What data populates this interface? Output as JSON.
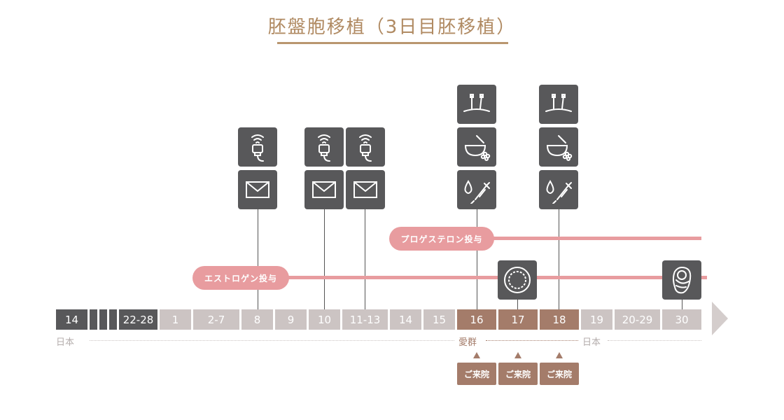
{
  "title": "胚盤胞移植（3日目胚移植）",
  "timeline": [
    {
      "label": "14",
      "style": "dark"
    },
    {
      "label": "",
      "style": "dark"
    },
    {
      "label": "",
      "style": "dark"
    },
    {
      "label": "",
      "style": "dark"
    },
    {
      "label": "22-28",
      "style": "dark"
    },
    {
      "label": "1",
      "style": "light"
    },
    {
      "label": "2-7",
      "style": "light"
    },
    {
      "label": "8",
      "style": "light"
    },
    {
      "label": "9",
      "style": "light"
    },
    {
      "label": "10",
      "style": "light"
    },
    {
      "label": "11-13",
      "style": "light"
    },
    {
      "label": "14",
      "style": "light"
    },
    {
      "label": "15",
      "style": "light"
    },
    {
      "label": "16",
      "style": "brown"
    },
    {
      "label": "17",
      "style": "brown"
    },
    {
      "label": "18",
      "style": "brown"
    },
    {
      "label": "19",
      "style": "light"
    },
    {
      "label": "20-29",
      "style": "light"
    },
    {
      "label": "30",
      "style": "light"
    }
  ],
  "places": {
    "japan_left": "日本",
    "aichi": "愛群",
    "japan_right": "日本"
  },
  "visits": [
    "ご来院",
    "ご来院",
    "ご来院"
  ],
  "medications": {
    "progesterone": "プロゲステロン投与",
    "estrogen": "エストロゲン投与"
  },
  "icons": {
    "ultrasound": "ultrasound-probe-icon",
    "message": "envelope-icon",
    "acupuncture": "acupuncture-needles-icon",
    "herbal": "herbal-medicine-bowl-icon",
    "injection": "drop-syringe-icon",
    "embryo": "embryo-icon",
    "baby": "swaddled-baby-icon"
  },
  "colors": {
    "title": "#b08a62",
    "dark": "#58585a",
    "light": "#ccc4c3",
    "brown": "#a47c6a",
    "pink": "#e89c9f"
  }
}
